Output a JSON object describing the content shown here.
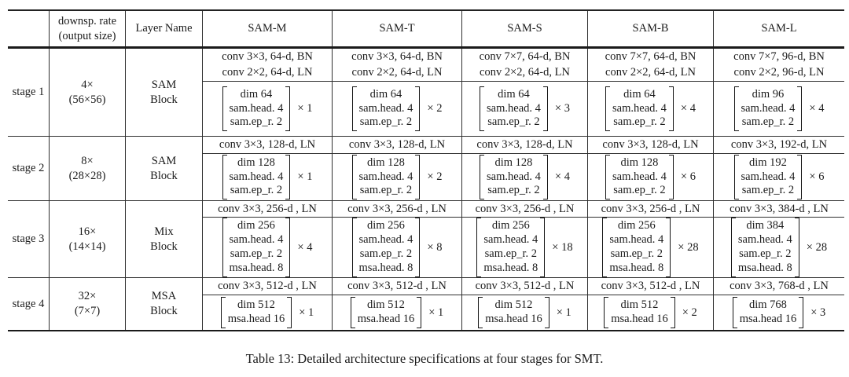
{
  "caption": "Table 13: Detailed architecture specifications at four stages for SMT.",
  "table": {
    "header": {
      "corner": "",
      "downsp_line1": "downsp. rate",
      "downsp_line2": "(output size)",
      "layer": "Layer Name",
      "models": [
        "SAM-M",
        "SAM-T",
        "SAM-S",
        "SAM-B",
        "SAM-L"
      ]
    },
    "stages": [
      {
        "label": "stage 1",
        "rate": "4×",
        "size": "(56×56)",
        "layer_line1": "SAM",
        "layer_line2": "Block",
        "cells": [
          {
            "convs": [
              "conv 3×3, 64-d, BN",
              "conv 2×2, 64-d, LN"
            ],
            "block": [
              "dim 64",
              "sam.head. 4",
              "sam.ep_r. 2"
            ],
            "mult": "× 1"
          },
          {
            "convs": [
              "conv 3×3, 64-d, BN",
              "conv 2×2, 64-d, LN"
            ],
            "block": [
              "dim 64",
              "sam.head. 4",
              "sam.ep_r. 2"
            ],
            "mult": "× 2"
          },
          {
            "convs": [
              "conv 7×7, 64-d, BN",
              "conv 2×2, 64-d, LN"
            ],
            "block": [
              "dim 64",
              "sam.head. 4",
              "sam.ep_r. 2"
            ],
            "mult": "× 3"
          },
          {
            "convs": [
              "conv 7×7, 64-d, BN",
              "conv 2×2, 64-d, LN"
            ],
            "block": [
              "dim 64",
              "sam.head. 4",
              "sam.ep_r. 2"
            ],
            "mult": "× 4"
          },
          {
            "convs": [
              "conv 7×7, 96-d, BN",
              "conv 2×2, 96-d, LN"
            ],
            "block": [
              "dim 96",
              "sam.head. 4",
              "sam.ep_r. 2"
            ],
            "mult": "× 4"
          }
        ]
      },
      {
        "label": "stage 2",
        "rate": "8×",
        "size": "(28×28)",
        "layer_line1": "SAM",
        "layer_line2": "Block",
        "cells": [
          {
            "convs": [
              "conv 3×3, 128-d, LN"
            ],
            "block": [
              "dim 128",
              "sam.head. 4",
              "sam.ep_r. 2"
            ],
            "mult": "× 1"
          },
          {
            "convs": [
              "conv 3×3, 128-d, LN"
            ],
            "block": [
              "dim 128",
              "sam.head. 4",
              "sam.ep_r. 2"
            ],
            "mult": "× 2"
          },
          {
            "convs": [
              "conv 3×3, 128-d, LN"
            ],
            "block": [
              "dim 128",
              "sam.head. 4",
              "sam.ep_r. 2"
            ],
            "mult": "× 4"
          },
          {
            "convs": [
              "conv 3×3, 128-d, LN"
            ],
            "block": [
              "dim 128",
              "sam.head. 4",
              "sam.ep_r. 2"
            ],
            "mult": "× 6"
          },
          {
            "convs": [
              "conv 3×3, 192-d, LN"
            ],
            "block": [
              "dim 192",
              "sam.head. 4",
              "sam.ep_r. 2"
            ],
            "mult": "× 6"
          }
        ]
      },
      {
        "label": "stage 3",
        "rate": "16×",
        "size": "(14×14)",
        "layer_line1": "Mix",
        "layer_line2": "Block",
        "cells": [
          {
            "convs": [
              "conv 3×3, 256-d , LN"
            ],
            "block": [
              "dim 256",
              "sam.head. 4",
              "sam.ep_r. 2",
              "msa.head. 8"
            ],
            "mult": "× 4"
          },
          {
            "convs": [
              "conv 3×3, 256-d , LN"
            ],
            "block": [
              "dim 256",
              "sam.head. 4",
              "sam.ep_r. 2",
              "msa.head. 8"
            ],
            "mult": "× 8"
          },
          {
            "convs": [
              "conv 3×3, 256-d , LN"
            ],
            "block": [
              "dim 256",
              "sam.head. 4",
              "sam.ep_r. 2",
              "msa.head. 8"
            ],
            "mult": "× 18"
          },
          {
            "convs": [
              "conv 3×3, 256-d , LN"
            ],
            "block": [
              "dim 256",
              "sam.head. 4",
              "sam.ep_r. 2",
              "msa.head. 8"
            ],
            "mult": "× 28"
          },
          {
            "convs": [
              "conv 3×3, 384-d , LN"
            ],
            "block": [
              "dim 384",
              "sam.head. 4",
              "sam.ep_r. 2",
              "msa.head. 8"
            ],
            "mult": "× 28"
          }
        ]
      },
      {
        "label": "stage 4",
        "rate": "32×",
        "size": "(7×7)",
        "layer_line1": "MSA",
        "layer_line2": "Block",
        "cells": [
          {
            "convs": [
              "conv 3×3, 512-d , LN"
            ],
            "block": [
              "dim 512",
              "msa.head 16"
            ],
            "mult": "× 1"
          },
          {
            "convs": [
              "conv 3×3, 512-d , LN"
            ],
            "block": [
              "dim 512",
              "msa.head 16"
            ],
            "mult": "× 1"
          },
          {
            "convs": [
              "conv 3×3, 512-d , LN"
            ],
            "block": [
              "dim 512",
              "msa.head 16"
            ],
            "mult": "× 1"
          },
          {
            "convs": [
              "conv 3×3, 512-d , LN"
            ],
            "block": [
              "dim 512",
              "msa.head 16"
            ],
            "mult": "× 2"
          },
          {
            "convs": [
              "conv 3×3, 768-d , LN"
            ],
            "block": [
              "dim 768",
              "msa.head 16"
            ],
            "mult": "× 3"
          }
        ]
      }
    ]
  }
}
